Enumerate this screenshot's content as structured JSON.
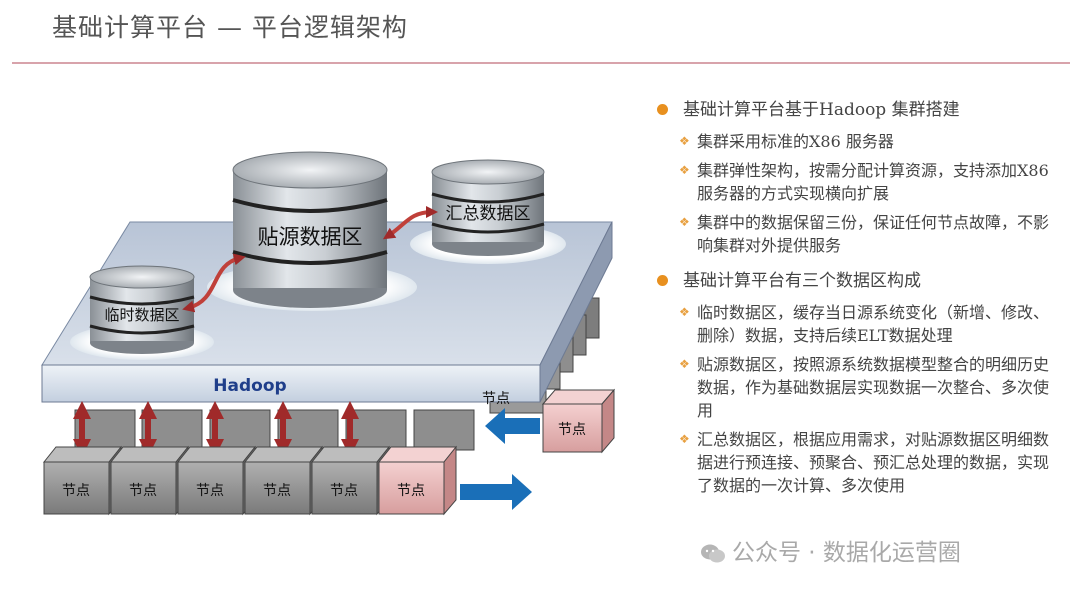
{
  "title": "基础计算平台 — 平台逻辑架构",
  "diagram": {
    "platform_label": "Hadoop",
    "db_labels": {
      "temp": "临时数据区",
      "source": "贴源数据区",
      "summary": "汇总数据区"
    },
    "node_label": "节点"
  },
  "bullets": [
    {
      "text": "基础计算平台基于Hadoop 集群搭建",
      "subs": [
        "集群采用标准的X86 服务器",
        "集群弹性架构，按需分配计算资源，支持添加X86服务器的方式实现横向扩展",
        "集群中的数据保留三份，保证任何节点故障，不影响集群对外提供服务"
      ]
    },
    {
      "text": "基础计算平台有三个数据区构成",
      "subs": [
        "临时数据区，缓存当日源系统变化（新增、修改、删除）数据，支持后续ELT数据处理",
        "贴源数据区，按照源系统数据模型整合的明细历史数据，作为基础数据层实现数据一次整合、多次使用",
        "汇总数据区，根据应用需求，对贴源数据区明细数据进行预连接、预聚合、预汇总处理的数据，实现了数据的一次计算、多次使用"
      ]
    }
  ],
  "watermark": "公众号 · 数据化运营圈",
  "colors": {
    "accent_dot": "#e8901f",
    "rule": "#d8a3ab",
    "node_gray": "#8c8c8c",
    "node_pink": "#e7b3b3",
    "arrow_red": "#a02a2a",
    "arrow_blue": "#1a6fb8"
  }
}
